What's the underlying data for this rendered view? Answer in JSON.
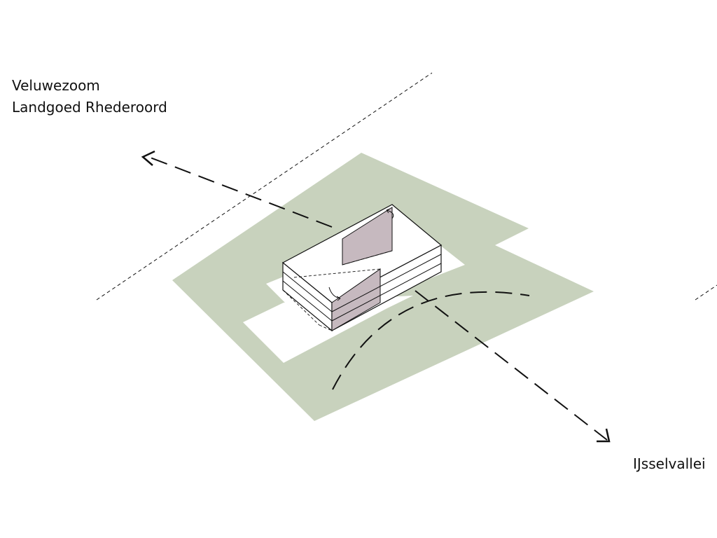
{
  "labels": {
    "top_left_line1": "Veluwezoom",
    "top_left_line2": "Landgoed Rhederoord",
    "bottom_right": "IJsselvallei"
  },
  "colors": {
    "site_fill": "#c8d2bd",
    "void_fill": "#ffffff",
    "highlight_fill": "#c6b9bf",
    "line": "#111111",
    "background": "#ffffff"
  },
  "icons": {
    "arrow_left": "arrow-up-left-icon",
    "arrow_right": "arrow-down-right-icon"
  }
}
